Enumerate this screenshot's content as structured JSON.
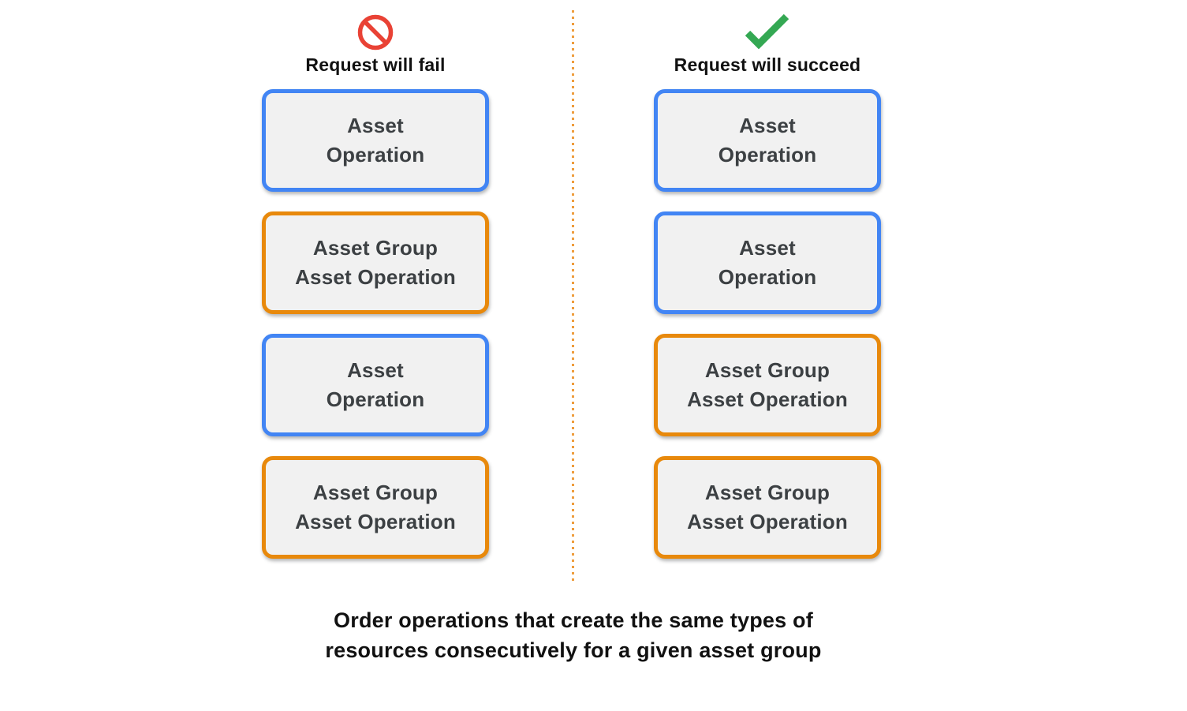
{
  "columns": {
    "fail": {
      "title": "Request will fail",
      "icon": "prohibited-icon",
      "boxes": [
        {
          "label": "Asset\nOperation",
          "type": "asset-operation"
        },
        {
          "label": "Asset Group\nAsset Operation",
          "type": "asset-group-asset-operation"
        },
        {
          "label": "Asset\nOperation",
          "type": "asset-operation"
        },
        {
          "label": "Asset Group\nAsset Operation",
          "type": "asset-group-asset-operation"
        }
      ]
    },
    "succeed": {
      "title": "Request will succeed",
      "icon": "checkmark-icon",
      "boxes": [
        {
          "label": "Asset\nOperation",
          "type": "asset-operation"
        },
        {
          "label": "Asset\nOperation",
          "type": "asset-operation"
        },
        {
          "label": "Asset Group\nAsset Operation",
          "type": "asset-group-asset-operation"
        },
        {
          "label": "Asset Group\nAsset Operation",
          "type": "asset-group-asset-operation"
        }
      ]
    }
  },
  "caption": "Order operations that create the same types of\nresources consecutively for a given asset group",
  "colors": {
    "asset_operation_border": "#4285F4",
    "asset_group_asset_operation_border": "#E8890C",
    "box_background": "#F1F1F1",
    "box_text": "#3C4043",
    "fail_icon_red": "#E94235",
    "success_icon_green": "#34A853",
    "divider_dots_orange": "#EE9D3D",
    "heading_text": "#111111"
  }
}
